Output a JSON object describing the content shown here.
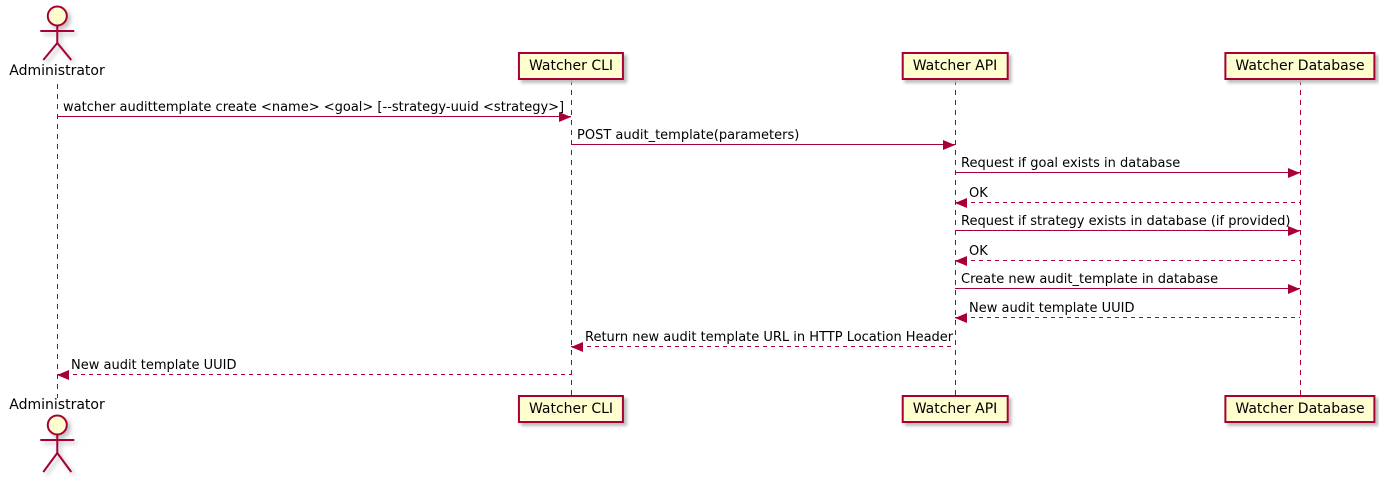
{
  "diagram": {
    "type": "uml-sequence",
    "colors": {
      "participant_fill": "#FEFECE",
      "participant_border": "#A80036",
      "lifeline": "#A80036",
      "arrow": "#A80036",
      "shadow": "#BDBDBD",
      "text": "#000000",
      "background": "#FFFFFF"
    },
    "actor": {
      "name": "Administrator"
    },
    "participants": [
      {
        "label": "Watcher CLI"
      },
      {
        "label": "Watcher API"
      },
      {
        "label": "Watcher Database"
      }
    ],
    "messages": [
      {
        "from": "Administrator",
        "to": "Watcher CLI",
        "style": "solid",
        "text": "watcher audittemplate create <name> <goal> [--strategy-uuid <strategy>]"
      },
      {
        "from": "Watcher CLI",
        "to": "Watcher API",
        "style": "solid",
        "text": "POST audit_template(parameters)"
      },
      {
        "from": "Watcher API",
        "to": "Watcher Database",
        "style": "solid",
        "text": "Request if goal exists in database"
      },
      {
        "from": "Watcher Database",
        "to": "Watcher API",
        "style": "dashed",
        "text": "OK"
      },
      {
        "from": "Watcher API",
        "to": "Watcher Database",
        "style": "solid",
        "text": "Request if strategy exists in database (if provided)"
      },
      {
        "from": "Watcher Database",
        "to": "Watcher API",
        "style": "dashed",
        "text": "OK"
      },
      {
        "from": "Watcher API",
        "to": "Watcher Database",
        "style": "solid",
        "text": "Create new audit_template in database"
      },
      {
        "from": "Watcher Database",
        "to": "Watcher API",
        "style": "dashed",
        "text": "New audit template UUID"
      },
      {
        "from": "Watcher API",
        "to": "Watcher CLI",
        "style": "dashed",
        "text": "Return new audit template URL in HTTP Location Header"
      },
      {
        "from": "Watcher CLI",
        "to": "Administrator",
        "style": "dashed",
        "text": "New audit template UUID"
      }
    ]
  }
}
